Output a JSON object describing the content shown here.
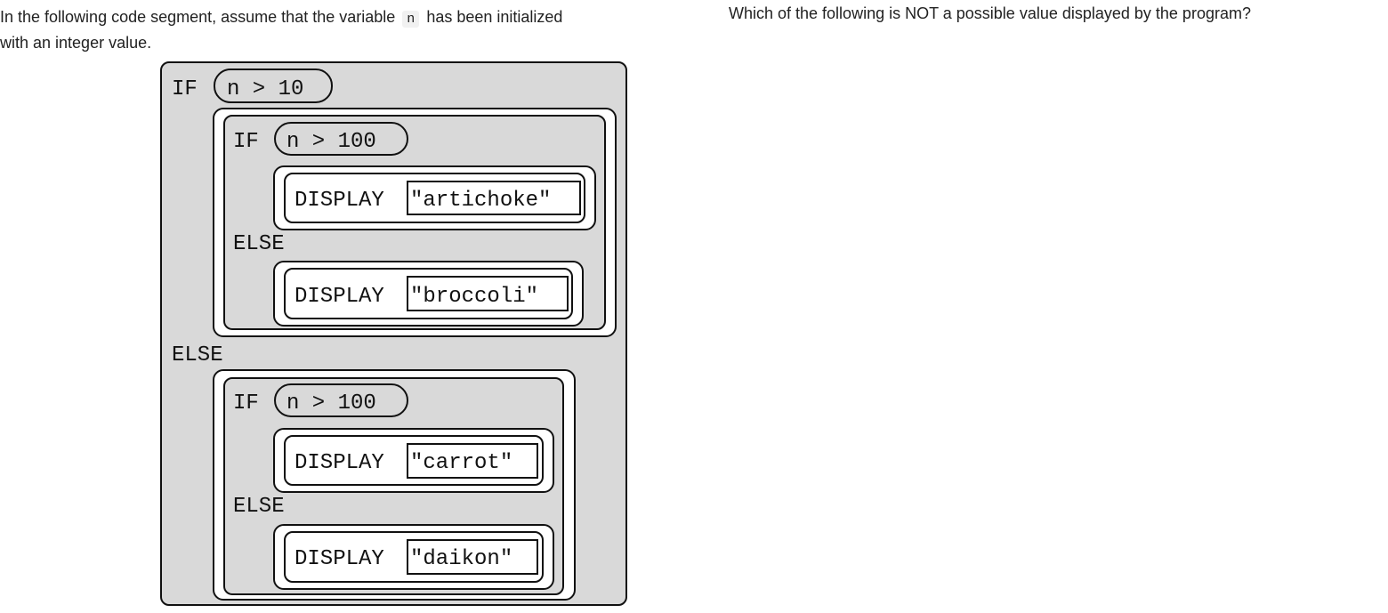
{
  "intro": {
    "before_var": "In the following code segment, assume that the variable",
    "var_name": "n",
    "after_var_line1": "has been initialized",
    "line2": "with an integer value."
  },
  "question": "Which of the following is NOT a possible value displayed by the program?",
  "code": {
    "kw_if": "IF",
    "kw_else": "ELSE",
    "kw_display": "DISPLAY",
    "outer_condition": "n > 10",
    "inner_condition_1": "n > 100",
    "inner_condition_2": "n > 100",
    "value_1": "\"artichoke\"",
    "value_2": "\"broccoli\"",
    "value_3": "\"carrot\"",
    "value_4": "\"daikon\""
  }
}
